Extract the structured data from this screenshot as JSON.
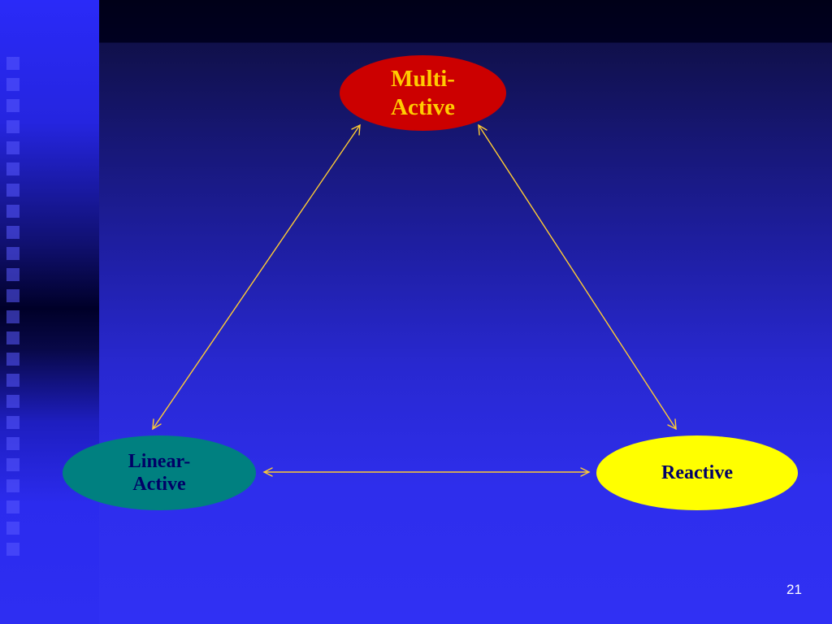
{
  "slide": {
    "nodes": {
      "multi_active": [
        "Multi-",
        "Active"
      ],
      "linear_active": [
        "Linear-",
        "Active"
      ],
      "reactive": "Reactive"
    },
    "page_number": "21"
  },
  "colors": {
    "multi_active_fill": "#cc0000",
    "multi_active_text": "#ffcc00",
    "linear_active_fill": "#008080",
    "reactive_fill": "#ffff00",
    "node_text_dark": "#000066",
    "arrow": "#ffcc33"
  }
}
